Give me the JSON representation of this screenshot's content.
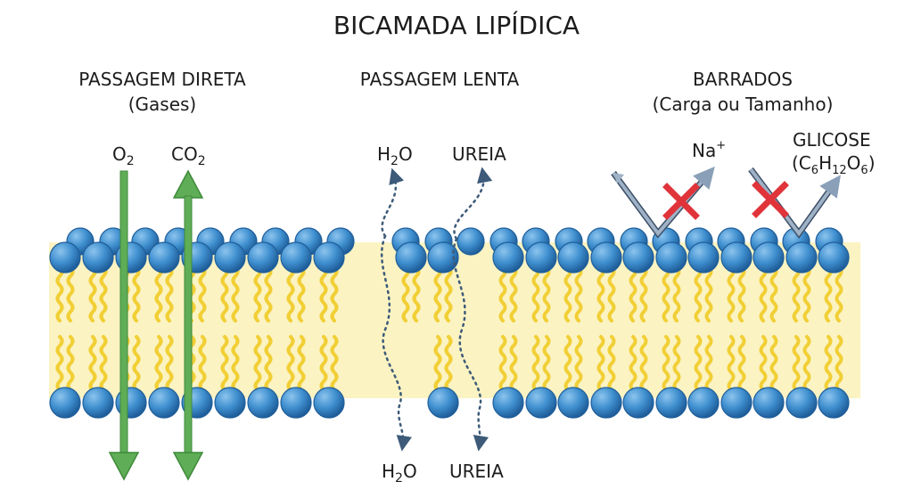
{
  "title": "BICAMADA LIPÍDICA",
  "sections": {
    "direct": {
      "heading": "PASSAGEM DIRETA",
      "subheading": "(Gases)"
    },
    "slow": {
      "heading": "PASSAGEM LENTA"
    },
    "blocked": {
      "heading": "BARRADOS",
      "subheading": "(Carga ou Tamanho)"
    }
  },
  "molecules": {
    "o2": {
      "base": "O",
      "sub": "2"
    },
    "co2": {
      "base": "CO",
      "sub": "2"
    },
    "h2o_top": {
      "base": "H",
      "sub": "2",
      "tail": "O"
    },
    "ureia_top": "UREIA",
    "h2o_bottom": {
      "base": "H",
      "sub": "2",
      "tail": "O"
    },
    "ureia_bottom": "UREIA",
    "na": {
      "base": "Na",
      "sup": "+"
    },
    "glicose": "GLICOSE",
    "glicose_formula": {
      "open": "(C",
      "s1": "6",
      "h": "H",
      "s2": "12",
      "o": "O",
      "s3": "6",
      "close": ")"
    }
  },
  "colors": {
    "head": "#3f8fcf",
    "head_dark": "#1f5e9a",
    "tail": "#f1cf35",
    "core": "#fbf3c2",
    "green_arrow": "#5fad56",
    "green_arrow_dark": "#3f8a3c",
    "dashed_arrow": "#3d5a78",
    "blocked_arrow": "#8aa0b8",
    "cross": "#e0343a"
  }
}
